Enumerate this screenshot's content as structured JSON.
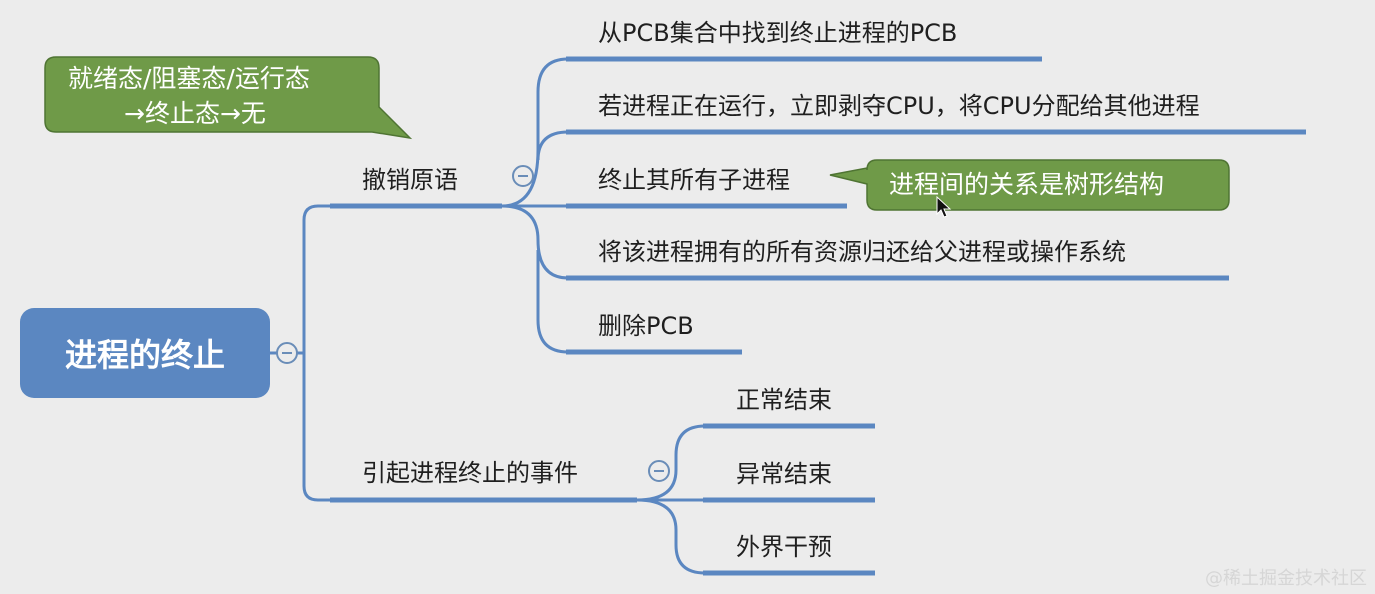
{
  "root": {
    "label": "进程的终止"
  },
  "branches": [
    {
      "label": "撤销原语",
      "children": [
        "从PCB集合中找到终止进程的PCB",
        "若进程正在运行，立即剥夺CPU，将CPU分配给其他进程",
        "终止其所有子进程",
        "将该进程拥有的所有资源归还给父进程或操作系统",
        "删除PCB"
      ]
    },
    {
      "label": "引起进程终止的事件",
      "children": [
        "正常结束",
        "异常结束",
        "外界干预"
      ]
    }
  ],
  "callouts": {
    "state": {
      "line1": "就绪态/阻塞态/运行态",
      "line2": "→终止态→无"
    },
    "tree": {
      "text": "进程间的关系是树形结构"
    }
  },
  "watermark": "@稀土掘金技术社区",
  "colors": {
    "background": "#ececec",
    "root_fill": "#5b87c1",
    "connector": "#5b87c1",
    "callout_fill": "#6f9a48",
    "callout_border": "#4f7433"
  }
}
